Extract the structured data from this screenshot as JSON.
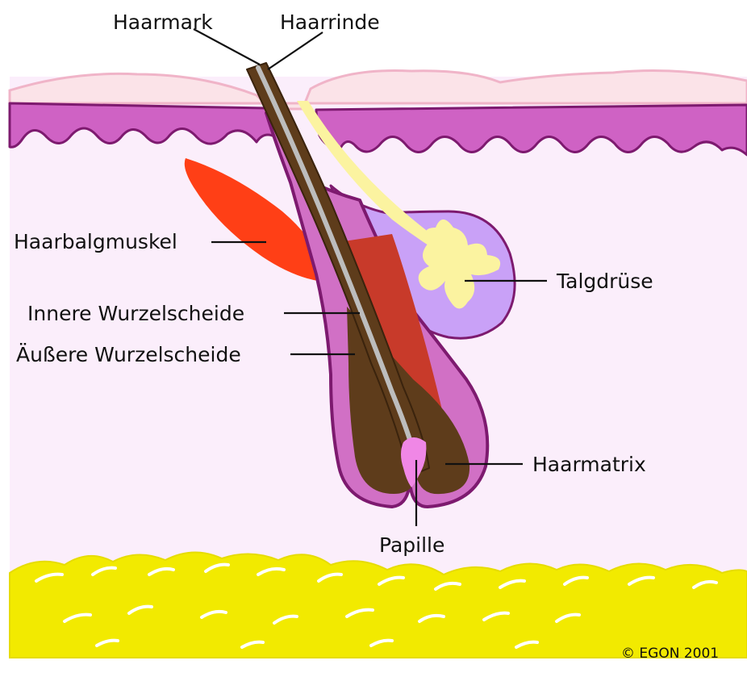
{
  "labels": {
    "haarmark": "Haarmark",
    "haarrinde": "Haarrinde",
    "haarbalgmuskel": "Haarbalgmuskel",
    "innere_wurzelscheide": "Innere Wurzelscheide",
    "aeussere_wurzelscheide": "Äußere Wurzelscheide",
    "talgdruese": "Talgdrüse",
    "haarmatrix": "Haarmatrix",
    "papille": "Papille"
  },
  "copyright": "© EGON 2001",
  "colors": {
    "dermis": "#fbeefb",
    "epidermis_surface": "#fbe3e8",
    "epidermis_outline": "#f0b4c8",
    "basal_layer": "#cf62c4",
    "outline_dark": "#7d1a6f",
    "outer_root_sheath": "#d170c5",
    "inner_root_sheath": "#c83a2a",
    "hair_cortex": "#5e3c1b",
    "hair_medulla": "#bdbdbd",
    "sebaceous_gland": "#c9a1f7",
    "sebum": "#fbf3a0",
    "arrector_muscle": "#ff3f16",
    "papilla": "#f087e6",
    "fat_layer": "#f2ea00"
  }
}
